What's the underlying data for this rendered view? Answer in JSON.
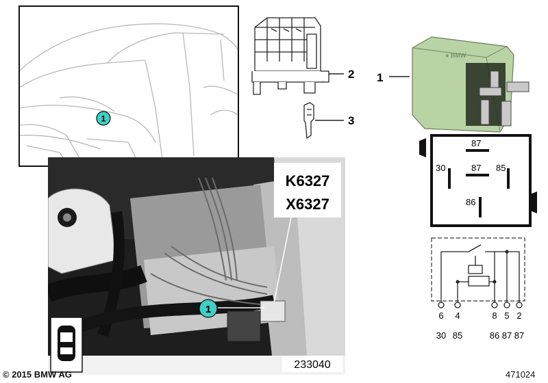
{
  "car_inset": {
    "callout": "1"
  },
  "photo": {
    "callout": "1",
    "connector_labels": [
      "K6327",
      "X6327"
    ],
    "image_id": "233040"
  },
  "parts": [
    {
      "number": "1"
    },
    {
      "number": "2"
    },
    {
      "number": "3"
    }
  ],
  "pinout": {
    "pin_87_top": "87",
    "pin_30": "30",
    "pin_87_mid": "87",
    "pin_85": "85",
    "pin_86": "86"
  },
  "schematic": {
    "terminals": [
      "6",
      "4",
      "8",
      "5",
      "2"
    ],
    "terminal_codes": [
      "30",
      "85",
      "86",
      "87",
      "87"
    ]
  },
  "footer": {
    "copyright": "© 2015 BMW AG",
    "diagram_id": "471024"
  },
  "colors": {
    "callout_fill": "#3fcfc4",
    "relay_green": "#b9d3a5",
    "photo_dark": "#1e1e1e"
  }
}
